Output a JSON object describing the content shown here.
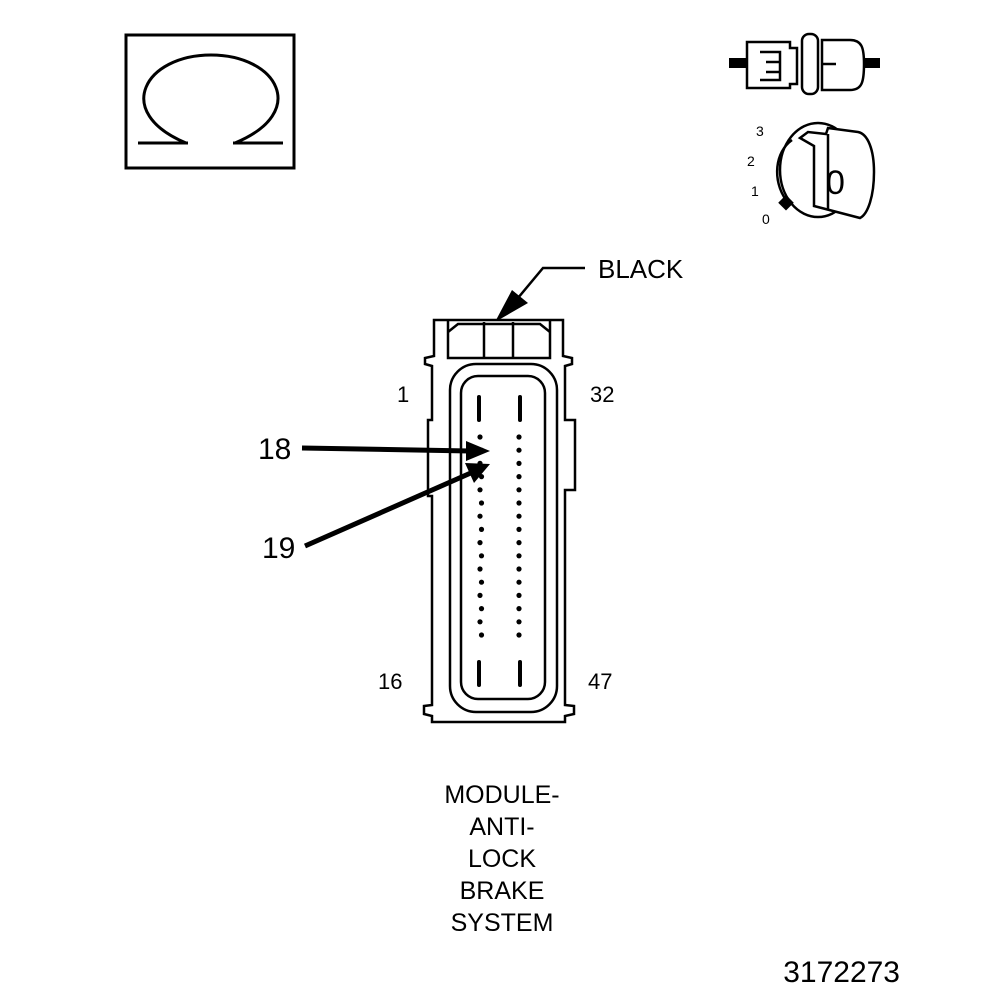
{
  "symbols": {
    "ohm_glyph": "Ω",
    "ohmmeter_icon": "ohm-symbol-icon",
    "connector_icon": "disconnected-connector-icon",
    "ignition_icon": "ignition-switch-key-icon",
    "ignition_positions": [
      "3",
      "2",
      "1",
      "0"
    ],
    "ignition_key_label": "0"
  },
  "connector": {
    "color_label": "BLACK",
    "pin_labels": {
      "top_left": "1",
      "top_right": "32",
      "bottom_left": "16",
      "bottom_right": "47"
    },
    "callouts": [
      "18",
      "19"
    ],
    "pin_rows": 16,
    "pin_columns": 2
  },
  "caption": [
    "MODULE-",
    "ANTI-",
    "LOCK",
    "BRAKE",
    "SYSTEM"
  ],
  "figure_number": "3172273"
}
